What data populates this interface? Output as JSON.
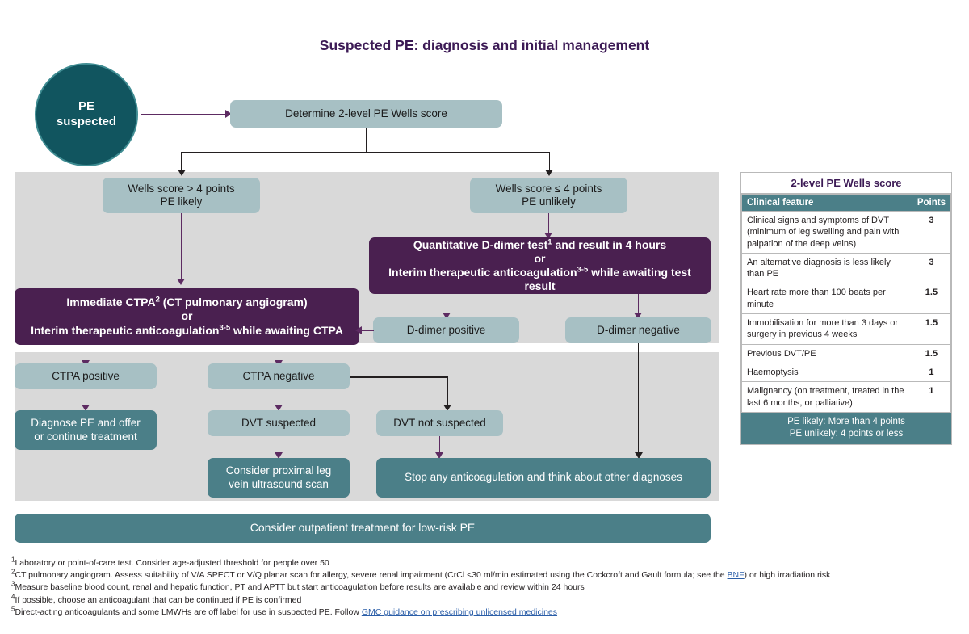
{
  "title": "Suspected PE: diagnosis and initial management",
  "colors": {
    "title_purple": "#3c1a55",
    "node_light_teal": "#a7c0c4",
    "node_teal": "#4b7f88",
    "node_purple": "#4a2050",
    "start_circle": "#11555f",
    "panel_grey": "#d9d9d9",
    "arrow_purple": "#5d2b62",
    "arrow_black": "#231f20",
    "link_blue": "#2b5ea8"
  },
  "flow": {
    "start": "PE\nsuspected",
    "start_line1": "PE",
    "start_line2": "suspected",
    "determine": "Determine 2-level PE Wells score",
    "wells_likely_l1": "Wells score > 4 points",
    "wells_likely_l2": "PE likely",
    "wells_unlikely_l1": "Wells score ≤ 4 points",
    "wells_unlikely_l2": "PE unlikely",
    "ddimer_box": {
      "l1_a": "Quantitative D-dimer test",
      "l1_sup": "1",
      "l1_b": " and result in 4 hours",
      "l2": "or",
      "l3_a": "Interim therapeutic anticoagulation",
      "l3_sup": "3-5",
      "l3_b": " while awaiting test result"
    },
    "ctpa_box": {
      "l1_a": "Immediate CTPA",
      "l1_sup": "2",
      "l1_b": " (CT pulmonary angiogram)",
      "l2": "or",
      "l3_a": "Interim therapeutic anticoagulation",
      "l3_sup": "3-5",
      "l3_b": " while awaiting CTPA"
    },
    "ddimer_positive": "D-dimer positive",
    "ddimer_negative": "D-dimer negative",
    "ctpa_positive": "CTPA positive",
    "ctpa_negative": "CTPA negative",
    "diagnose_l1": "Diagnose PE and offer",
    "diagnose_l2": "or continue treatment",
    "dvt_suspected": "DVT suspected",
    "dvt_not_suspected": "DVT not suspected",
    "ultrasound_l1": "Consider proximal leg",
    "ultrasound_l2": "vein ultrasound scan",
    "stop_anticoag": "Stop any anticoagulation and think about other diagnoses",
    "outpatient": "Consider outpatient treatment for low-risk PE"
  },
  "wells_table": {
    "title": "2-level PE Wells score",
    "headers": [
      "Clinical feature",
      "Points"
    ],
    "rows": [
      {
        "feature": "Clinical signs and symptoms of DVT (minimum of leg swelling and pain with palpation of the deep veins)",
        "points": "3"
      },
      {
        "feature": "An alternative diagnosis is less likely than PE",
        "points": "3"
      },
      {
        "feature": "Heart rate more than 100 beats per minute",
        "points": "1.5"
      },
      {
        "feature": "Immobilisation for more than 3 days or surgery in previous 4 weeks",
        "points": "1.5"
      },
      {
        "feature": "Previous DVT/PE",
        "points": "1.5"
      },
      {
        "feature": "Haemoptysis",
        "points": "1"
      },
      {
        "feature": "Malignancy (on treatment, treated in the last 6 months, or palliative)",
        "points": "1"
      }
    ],
    "footer_line1": "PE likely: More than 4 points",
    "footer_line2": "PE unlikely: 4 points or less"
  },
  "footnotes": {
    "n1_sup": "1",
    "n1": "Laboratory or point-of-care test. Consider age-adjusted threshold for people over 50",
    "n2_sup": "2",
    "n2_a": "CT pulmonary angiogram. Assess suitability of V/A SPECT or V/Q planar scan for allergy, severe renal impairment (CrCl <30 ml/min estimated using the Cockcroft and Gault formula; see the ",
    "n2_link": "BNF",
    "n2_b": ") or high irradiation risk",
    "n3_sup": "3",
    "n3": "Measure baseline blood count, renal and hepatic function, PT and APTT but start anticoagulation before results are available and review within 24 hours",
    "n4_sup": "4",
    "n4": "If possible, choose an anticoagulant that can be continued if PE is confirmed",
    "n5_sup": "5",
    "n5_a": "Direct-acting anticoagulants and some LMWHs are off label for use in suspected PE. Follow ",
    "n5_link": "GMC guidance on prescribing unlicensed medicines"
  }
}
